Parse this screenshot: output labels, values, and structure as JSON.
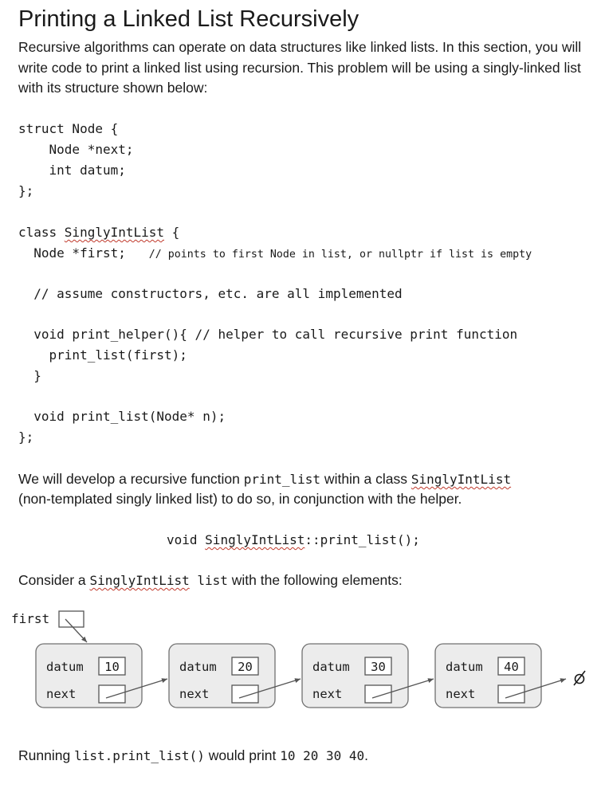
{
  "title": "Printing a Linked List Recursively",
  "intro": "Recursive algorithms can operate on data structures like linked lists. In this section, you will write code to print a linked list using recursion. This problem will be using a singly-linked list with its structure shown below:",
  "code": {
    "l1": "struct Node {",
    "l2": "    Node *next;",
    "l3": "    int datum;",
    "l4": "};",
    "l5a": "class ",
    "l5b": "SinglyIntList",
    "l5c": " {",
    "l6a": "  Node *first;   ",
    "l6b": "// points to first Node in list, or nullptr if list is empty",
    "l7": "  // assume constructors, etc. are all implemented",
    "l8": "  void print_helper(){ // helper to call recursive print function",
    "l9": "    print_list(first);",
    "l10": "  }",
    "l11": "  void print_list(Node* n);",
    "l12": "};"
  },
  "para1": {
    "t1": "We will develop a recursive function ",
    "c1": "print_list",
    "t2": " within a class ",
    "c2": "SinglyIntList",
    "line2": "(non-templated singly linked list) to do so, in conjunction with the helper."
  },
  "signature": {
    "a": "void ",
    "b": "SinglyIntList",
    "c": "::print_list();"
  },
  "para2": {
    "t1": "Consider a ",
    "c1": "SinglyIntList",
    "c2": " list",
    "t2": " with the following elements:"
  },
  "diagram": {
    "first_label": "first",
    "datum_label": "datum",
    "next_label": "next",
    "nodes": [
      10,
      20,
      30,
      40
    ]
  },
  "footer": {
    "t1": "Running ",
    "c1": "list.print_list()",
    "t2": " would print ",
    "c2": "10 20 30 40",
    "t3": "."
  },
  "colors": {
    "node_fill": "#ececec",
    "node_border": "#707070",
    "arrow": "#555555",
    "squiggle": "#c0392b"
  }
}
